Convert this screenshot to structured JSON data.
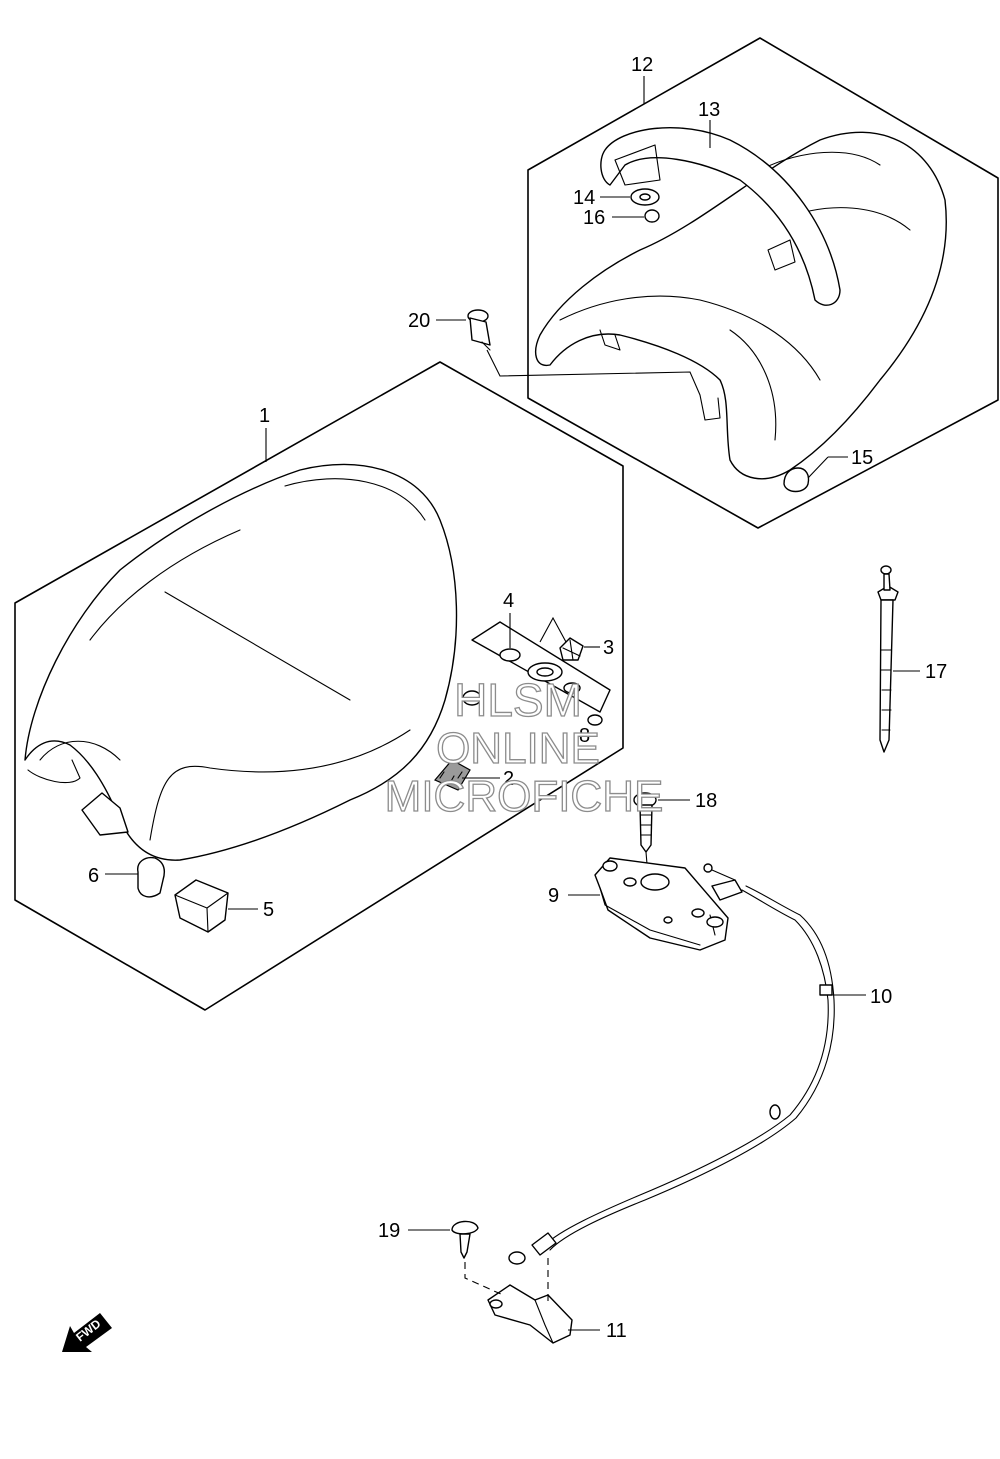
{
  "callouts": {
    "c1": "1",
    "c2": "2",
    "c3": "3",
    "c4": "4",
    "c5": "5",
    "c6": "6",
    "c8": "8",
    "c9": "9",
    "c10": "10",
    "c11": "11",
    "c12": "12",
    "c13": "13",
    "c14": "14",
    "c15": "15",
    "c16": "16",
    "c17": "17",
    "c18": "18",
    "c19": "19",
    "c20": "20"
  },
  "watermark": {
    "line1": "HLSM",
    "line2": "ONLINE",
    "line3": "MICROFICHE"
  },
  "fwd_label": "FWD",
  "colors": {
    "line": "#000000",
    "watermark": "#8c8c8c",
    "shade": "#9a9a9a"
  }
}
